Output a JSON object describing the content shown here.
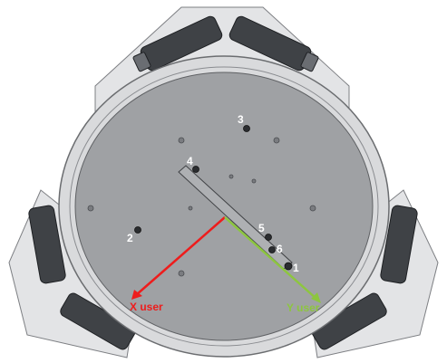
{
  "figure": {
    "markers": [
      {
        "id": "1",
        "label": "1"
      },
      {
        "id": "2",
        "label": "2"
      },
      {
        "id": "3",
        "label": "3"
      },
      {
        "id": "4",
        "label": "4"
      },
      {
        "id": "5",
        "label": "5"
      },
      {
        "id": "6",
        "label": "6"
      }
    ],
    "axes": {
      "x_label": "X user",
      "y_label": "Y user",
      "x_color": "#ee1c1c",
      "y_color": "#8dc63f"
    },
    "colors": {
      "plate": "#9fa1a4",
      "ring": "#d9dadc",
      "ring_edge": "#6b6d70",
      "frame": "#e3e4e6",
      "actuator": "#3f4246",
      "marker_text": "#ffffff"
    }
  }
}
